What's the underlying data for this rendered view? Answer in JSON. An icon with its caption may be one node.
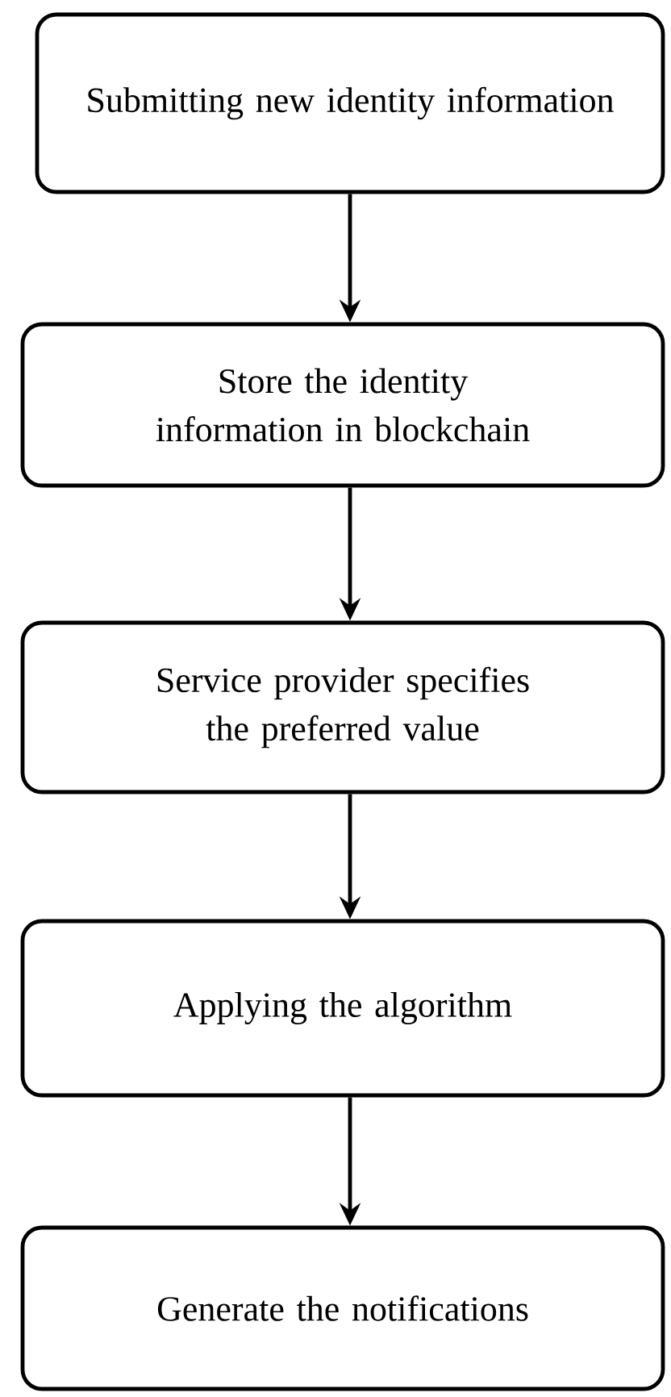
{
  "diagram": {
    "nodes": [
      {
        "text": [
          "Submitting new identity information"
        ]
      },
      {
        "text": [
          "Store the identity information in blockchain"
        ]
      },
      {
        "text": [
          "Service provider specifies the preferred value"
        ]
      },
      {
        "text": [
          "Applying the algorithm"
        ]
      },
      {
        "text": [
          "Generate the notifications"
        ]
      }
    ],
    "edges": [
      {
        "from": 0,
        "to": 1,
        "arrow": "to"
      },
      {
        "from": 1,
        "to": 2,
        "arrow": "to"
      },
      {
        "from": 2,
        "to": 3,
        "arrow": "to"
      },
      {
        "from": 3,
        "to": 4,
        "arrow": "to"
      }
    ]
  }
}
